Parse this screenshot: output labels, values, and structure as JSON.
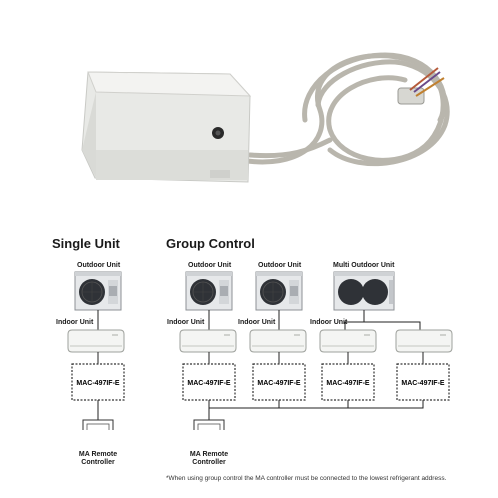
{
  "sections": {
    "single_title": "Single Unit",
    "group_title": "Group Control"
  },
  "labels": {
    "outdoor_unit": "Outdoor Unit",
    "multi_outdoor_unit": "Multi Outdoor Unit",
    "indoor_unit": "Indoor Unit",
    "interface_model": "MAC-497IF-E",
    "remote_controller": "MA Remote\nController"
  },
  "footnote": "*When using group control the MA controller must be connected to the lowest refrigerant address.",
  "colors": {
    "device_body": "#e8e9e6",
    "cable": "#b9b6ad",
    "outdoor_body": "#e6e8ea",
    "interface_border": "#333333",
    "line": "#222222"
  }
}
